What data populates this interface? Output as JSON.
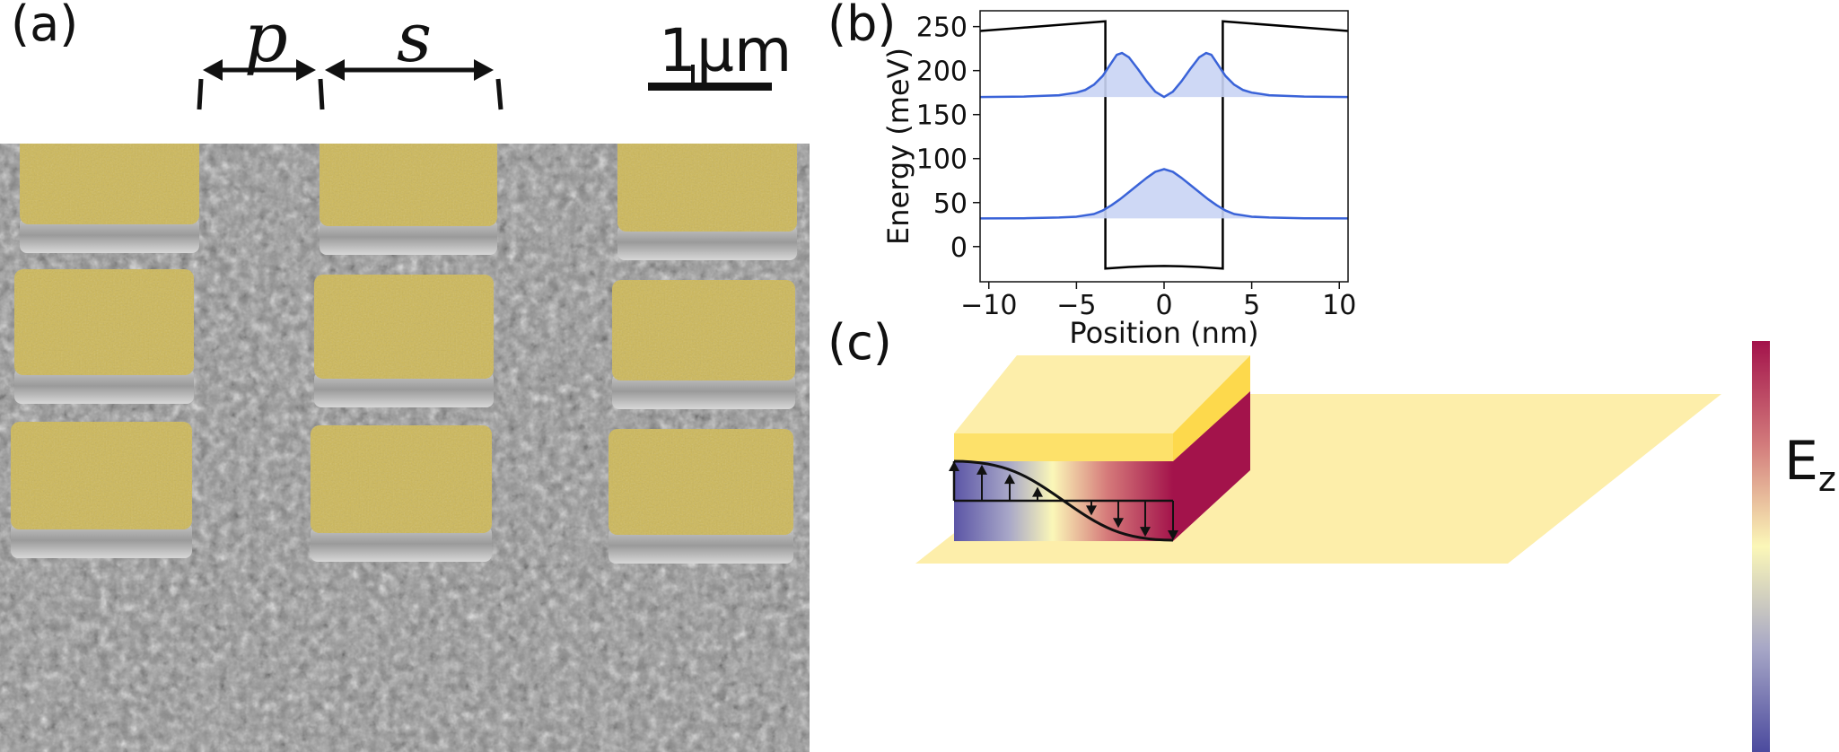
{
  "panels": {
    "a": {
      "label": "(a)",
      "dimension_p": "p",
      "dimension_s": "s",
      "scale_bar_text": "1µm",
      "pad_color": "#cdb859"
    },
    "b": {
      "label": "(b)"
    },
    "c": {
      "label": "(c)",
      "colorbar_label": "E",
      "colorbar_subscript": "z"
    }
  },
  "colors": {
    "potential": "#000000",
    "wavefunction": "#3a63d8",
    "wavefunction_fill": "#c9d4f4",
    "gold": "#fde16a",
    "gold_light": "#fdeeaa"
  },
  "chart_data": {
    "type": "line",
    "xlabel": "Position (nm)",
    "ylabel": "Energy (meV)",
    "xlim": [
      -10.5,
      10.5
    ],
    "ylim": [
      -40,
      268
    ],
    "xticks": [
      -10,
      -5,
      0,
      5,
      10
    ],
    "yticks": [
      0,
      50,
      100,
      150,
      200,
      250
    ],
    "xtick_labels": [
      "−10",
      "−5",
      "0",
      "5",
      "10"
    ],
    "ytick_labels": [
      "0",
      "50",
      "100",
      "150",
      "200",
      "250"
    ],
    "grid": false,
    "series": [
      {
        "kind": "potential",
        "x": [
          -10.5,
          -3.35,
          -3.35,
          -2,
          -1,
          0,
          1,
          2,
          3.35,
          3.35,
          10.5
        ],
        "y": [
          245,
          256,
          -25,
          -23.2,
          -22.4,
          -22,
          -22.4,
          -23.2,
          -25,
          256,
          245
        ]
      },
      {
        "kind": "wavefunction",
        "baseline": 32,
        "x": [
          -10.5,
          -8,
          -6,
          -5,
          -4,
          -3.5,
          -3,
          -2.5,
          -2,
          -1.5,
          -1,
          -0.5,
          0,
          0.5,
          1,
          1.5,
          2,
          2.5,
          3,
          3.5,
          4,
          5,
          6,
          8,
          10.5
        ],
        "y": [
          32,
          32.2,
          33,
          34,
          37,
          41,
          47,
          54,
          62,
          70,
          78,
          85,
          88,
          85,
          78,
          70,
          62,
          54,
          47,
          41,
          37,
          34,
          33,
          32.2,
          32
        ]
      },
      {
        "kind": "wavefunction",
        "baseline": 170,
        "x": [
          -10.5,
          -8,
          -6,
          -5,
          -4.5,
          -4,
          -3.5,
          -3,
          -2.7,
          -2.4,
          -2,
          -1.5,
          -1,
          -0.5,
          0,
          0.5,
          1,
          1.5,
          2,
          2.4,
          2.7,
          3,
          3.5,
          4,
          4.5,
          5,
          6,
          8,
          10.5
        ],
        "y": [
          170,
          170.5,
          172,
          175,
          178,
          184,
          194,
          209,
          218,
          220,
          215,
          202,
          188,
          176,
          170,
          176,
          188,
          202,
          215,
          220,
          218,
          209,
          194,
          184,
          178,
          175,
          172,
          170.5,
          170
        ]
      }
    ]
  }
}
